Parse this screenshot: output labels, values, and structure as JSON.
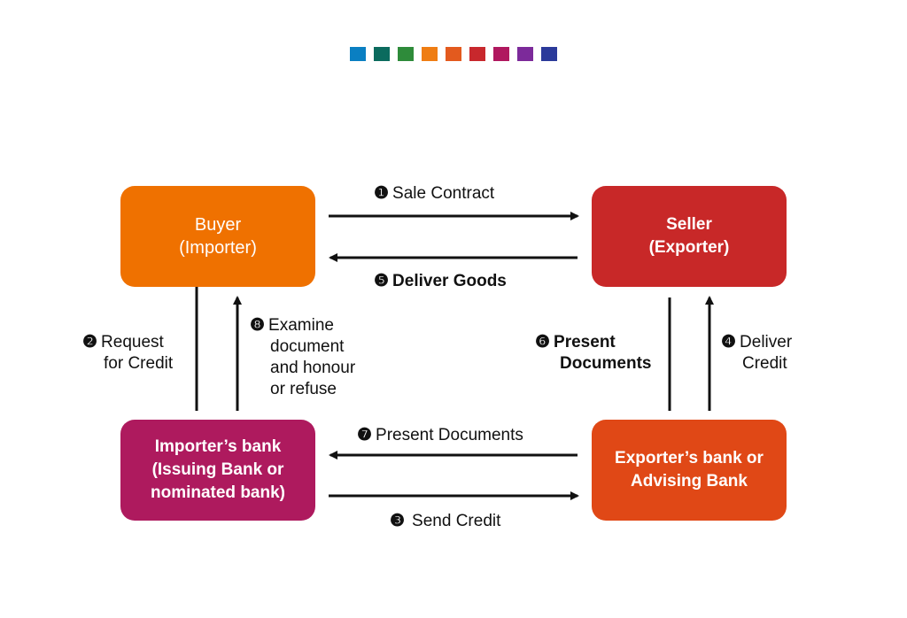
{
  "palette": [
    "#0a7fc2",
    "#0b6b5e",
    "#2e8b3a",
    "#ef7d13",
    "#e35a1e",
    "#c8282d",
    "#b0185f",
    "#7c2a9a",
    "#2b3a9a"
  ],
  "colors": {
    "buyer": "#ef7100",
    "seller": "#c82828",
    "importer_bank": "#ae1a5e",
    "exporter_bank": "#e04816",
    "arrow": "#111111"
  },
  "nodes": {
    "buyer": {
      "line1": "Buyer",
      "line2": "(Importer)"
    },
    "seller": {
      "line1": "Seller",
      "line2": "(Exporter)"
    },
    "importer_bank": {
      "line1": "Importer’s bank",
      "line2": "(Issuing Bank or",
      "line3": "nominated bank)"
    },
    "exporter_bank": {
      "line1": "Exporter’s bank or",
      "line2": "Advising Bank"
    }
  },
  "steps": {
    "s1": {
      "num": "❶",
      "text": "Sale Contract"
    },
    "s2": {
      "num": "❷",
      "line1": "Request",
      "line2": "for Credit"
    },
    "s3": {
      "num": "❸",
      "text": "Send Credit"
    },
    "s4": {
      "num": "❹",
      "line1": "Deliver",
      "line2": "Credit"
    },
    "s5": {
      "num": "❺",
      "text": "Deliver Goods"
    },
    "s6": {
      "num": "❻",
      "line1": "Present",
      "line2": "Documents"
    },
    "s7": {
      "num": "❼",
      "text": "Present Documents"
    },
    "s8": {
      "num": "❽",
      "line1": "Examine",
      "line2": "document",
      "line3": "and honour",
      "line4": "or refuse"
    }
  }
}
